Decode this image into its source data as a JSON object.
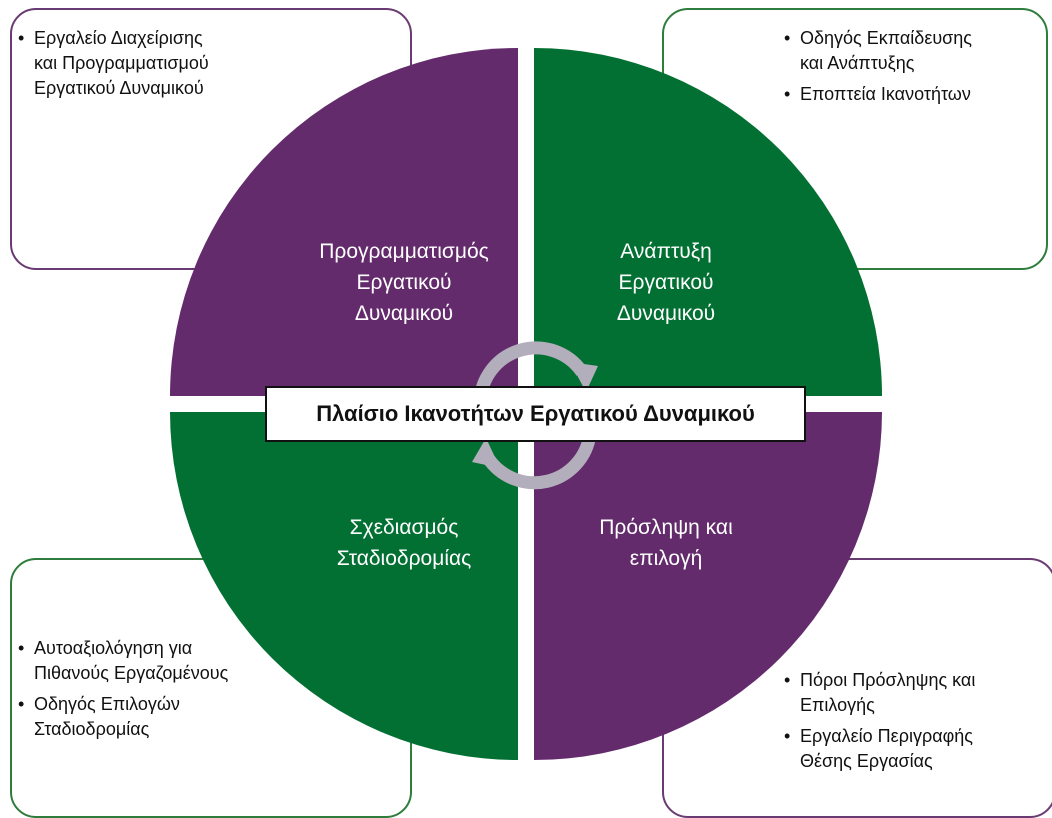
{
  "center": {
    "title": "Πλαίσιο Ικανοτήτων Εργατικού Δυναμικού"
  },
  "colors": {
    "purple": "#632b6c",
    "green": "#037033",
    "box_purple": "#6a3b73",
    "box_green": "#2e7d3c",
    "arrows": "#b3aebb"
  },
  "quadrants": {
    "top_left": {
      "label": "Προγραμματισμός\nΕργατικού\nΔυναμικού",
      "color": "purple"
    },
    "top_right": {
      "label": "Ανάπτυξη\nΕργατικού\nΔυναμικού",
      "color": "green"
    },
    "bottom_left": {
      "label": "Σχεδιασμός\nΣταδιοδρομίας",
      "color": "green"
    },
    "bottom_right": {
      "label": "Πρόσληψη και\nεπιλογή",
      "color": "purple"
    }
  },
  "boxes": {
    "top_left": {
      "items": [
        "Εργαλείο Διαχείρισης\nκαι Προγραμματισμού\nΕργατικού Δυναμικού"
      ]
    },
    "top_right": {
      "items": [
        "Οδηγός Εκπαίδευσης\nκαι Ανάπτυξης",
        "Εποπτεία Ικανοτήτων"
      ]
    },
    "bottom_left": {
      "items": [
        "Αυτοαξιολόγηση για\nΠιθανούς Εργαζομένους",
        "Οδηγός Επιλογών\nΣταδιοδρομίας"
      ]
    },
    "bottom_right": {
      "items": [
        "Πόροι Πρόσληψης και\nΕπιλογής",
        "Εργαλείο Περιγραφής\nΘέσης Εργασίας"
      ]
    }
  },
  "icons": {
    "cycle": "circular-arrows-icon"
  }
}
